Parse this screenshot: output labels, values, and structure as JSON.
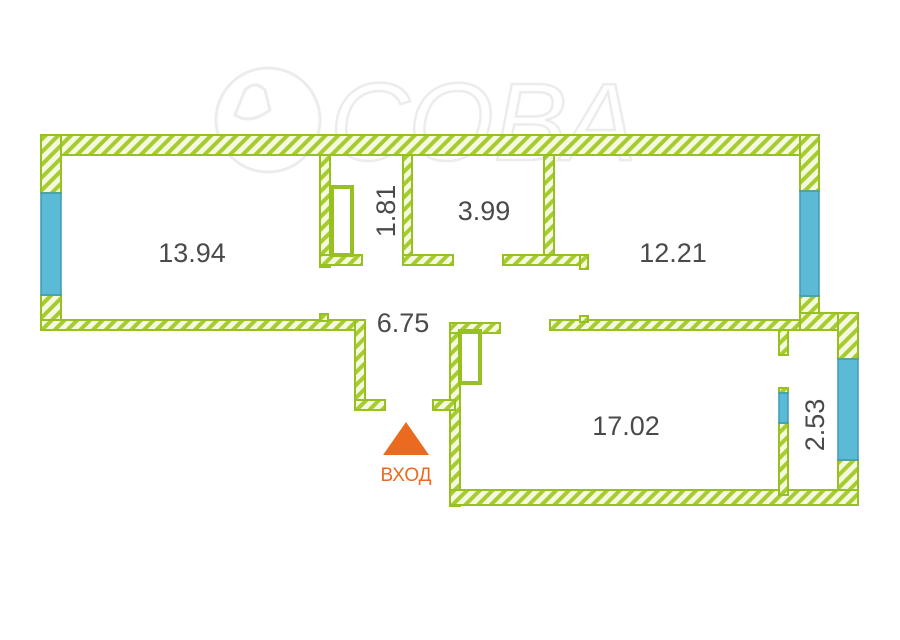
{
  "plan": {
    "watermark_text": "СОВА",
    "colors": {
      "wall_stroke": "#96c11f",
      "wall_hatch": "#a6cc2f",
      "window_fill": "#5bbad5",
      "window_stroke": "#3d9bb8",
      "label_text": "#4a4a4a",
      "entry_color": "#ea6a1f"
    },
    "rooms": [
      {
        "id": "room-left",
        "area": "13.94"
      },
      {
        "id": "closet",
        "area": "1.81"
      },
      {
        "id": "bathroom",
        "area": "3.99"
      },
      {
        "id": "room-top-right",
        "area": "12.21"
      },
      {
        "id": "hallway",
        "area": "6.75"
      },
      {
        "id": "room-bottom-right",
        "area": "17.02"
      },
      {
        "id": "balcony",
        "area": "2.53"
      }
    ],
    "entrance": {
      "label": "ВХОД"
    }
  }
}
